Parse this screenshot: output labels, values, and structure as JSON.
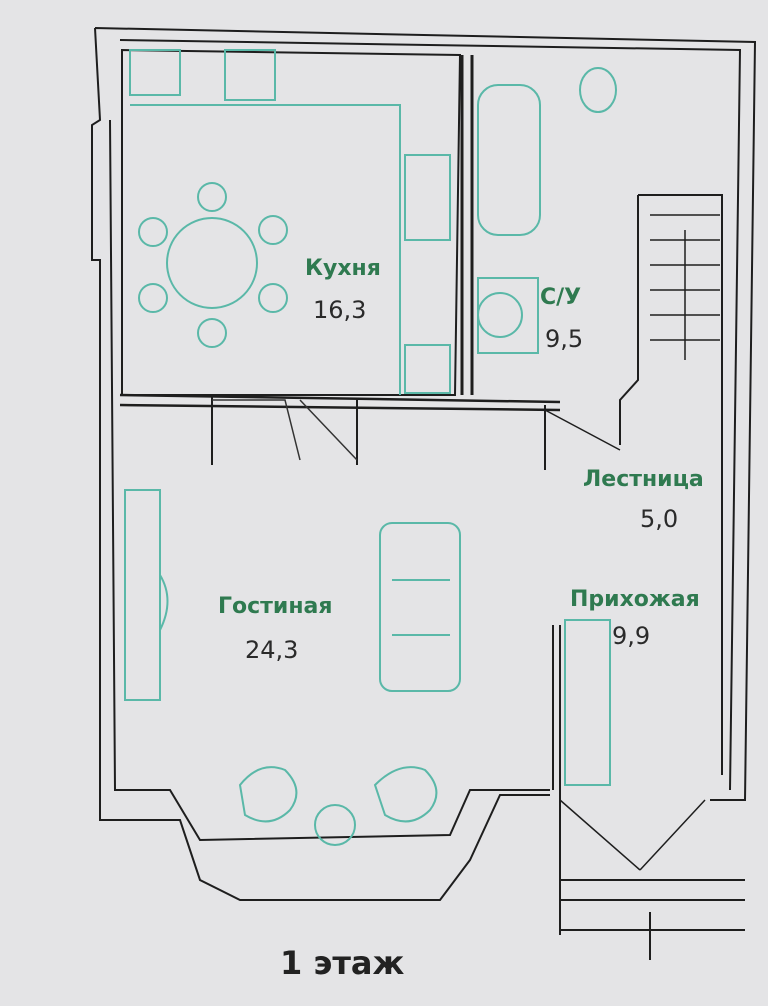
{
  "title": "1 этаж",
  "rooms": [
    {
      "name": "Кухня",
      "area": "16,3"
    },
    {
      "name": "С/У",
      "area": "9,5"
    },
    {
      "name": "Лестница",
      "area": "5,0"
    },
    {
      "name": "Гостиная",
      "area": "24,3"
    },
    {
      "name": "Прихожая",
      "area": "9,9"
    }
  ],
  "colors": {
    "wall": "#1e1e1e",
    "furniture": "#5ab8a8",
    "label": "#2f7a50"
  }
}
